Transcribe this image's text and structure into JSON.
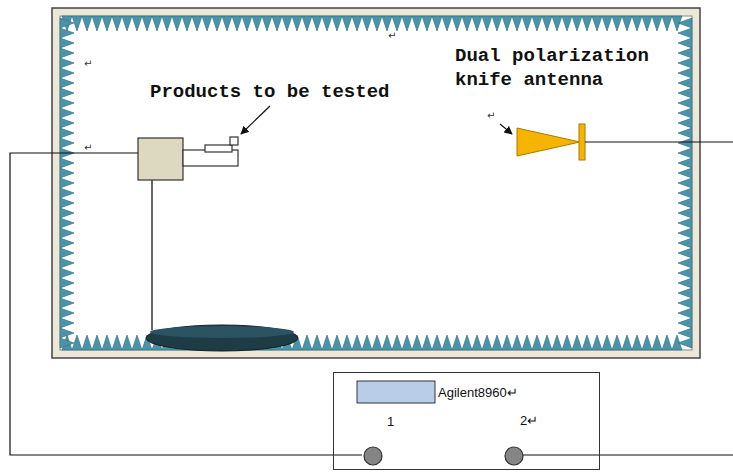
{
  "diagram": {
    "nodes": [
      {
        "text": [
          "Agilent8960↵"
        ]
      },
      {
        "text": [
          "1"
        ],
        "in": 0
      },
      {
        "text": [
          "2↵"
        ],
        "in": 0
      }
    ],
    "labels": [
      "↵",
      "Dual polarization knife antenna",
      "↵",
      "Products to be tested",
      "↵",
      "↵"
    ]
  }
}
